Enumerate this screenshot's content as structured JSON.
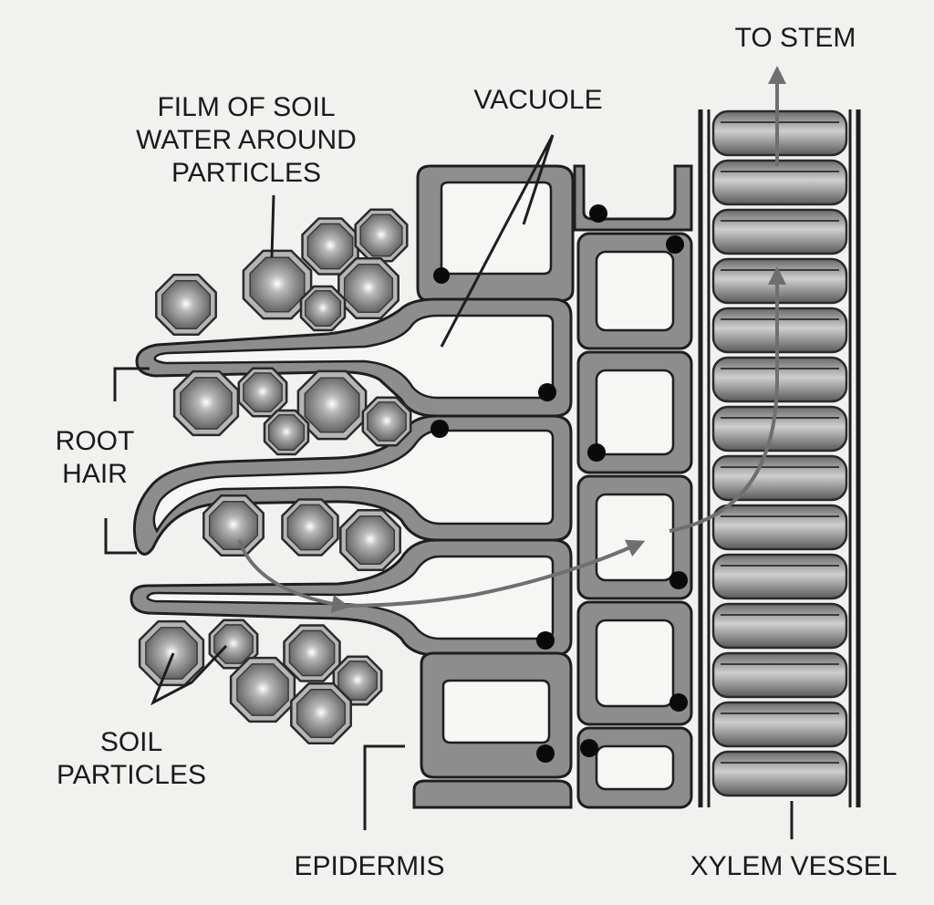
{
  "labels": {
    "film": [
      "FILM OF SOIL",
      "WATER AROUND",
      "PARTICLES"
    ],
    "vacuole": "VACUOLE",
    "to_stem": "TO STEM",
    "root_hair": [
      "ROOT",
      "HAIR"
    ],
    "soil_particles": [
      "SOIL",
      "PARTICLES"
    ],
    "epidermis": "EPIDERMIS",
    "xylem_vessel": "XYLEM VESSEL"
  },
  "colors": {
    "cell_wall": "#1e1e1e",
    "cytoplasm": "#8d8d8d",
    "vacuole": "#f6f6f4",
    "nucleus": "#0a0a0a",
    "particle": "#6a6a6a",
    "water_film": "#b5b5b5",
    "xylem_ring": "#7d7d7d",
    "arrow": "#6f6f6f"
  }
}
